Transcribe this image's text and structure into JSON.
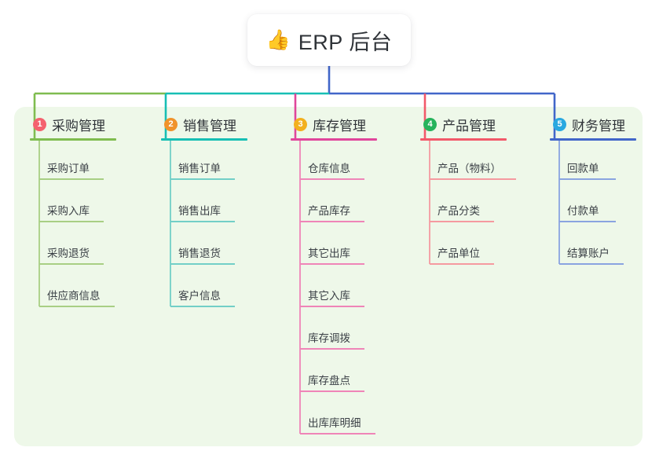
{
  "diagram": {
    "type": "mind-map",
    "root": {
      "icon": "thumbs-up-icon",
      "emoji": "👍",
      "title": "ERP 后台"
    },
    "panel_color": "#eef8e9",
    "branches": [
      {
        "index": "1",
        "label": "采购管理",
        "badge_color": "#f4616e",
        "line_color": "#7fbc4f",
        "leaf_color": "#a8cf84",
        "children": [
          {
            "label": "采购订单",
            "rule_width": 82
          },
          {
            "label": "采购入库",
            "rule_width": 82
          },
          {
            "label": "采购退货",
            "rule_width": 82
          },
          {
            "label": "供应商信息",
            "rule_width": 96
          }
        ]
      },
      {
        "index": "2",
        "label": "销售管理",
        "badge_color": "#f0932b",
        "line_color": "#17bfb4",
        "leaf_color": "#72cfc7",
        "children": [
          {
            "label": "销售订单",
            "rule_width": 82
          },
          {
            "label": "销售出库",
            "rule_width": 82
          },
          {
            "label": "销售退货",
            "rule_width": 82
          },
          {
            "label": "客户信息",
            "rule_width": 82
          }
        ]
      },
      {
        "index": "3",
        "label": "库存管理",
        "badge_color": "#f2b01e",
        "line_color": "#e0469b",
        "leaf_color": "#ef85b8",
        "children": [
          {
            "label": "仓库信息",
            "rule_width": 82
          },
          {
            "label": "产品库存",
            "rule_width": 82
          },
          {
            "label": "其它出库",
            "rule_width": 82
          },
          {
            "label": "其它入库",
            "rule_width": 82
          },
          {
            "label": "库存调拨",
            "rule_width": 82
          },
          {
            "label": "库存盘点",
            "rule_width": 82
          },
          {
            "label": "出库库明细",
            "rule_width": 96
          }
        ]
      },
      {
        "index": "4",
        "label": "产品管理",
        "badge_color": "#26b35c",
        "line_color": "#f2596a",
        "leaf_color": "#f59aa0",
        "children": [
          {
            "label": "产品（物料）",
            "rule_width": 110
          },
          {
            "label": "产品分类",
            "rule_width": 82
          },
          {
            "label": "产品单位",
            "rule_width": 82
          }
        ]
      },
      {
        "index": "5",
        "label": "财务管理",
        "badge_color": "#29a8e0",
        "line_color": "#4166c9",
        "leaf_color": "#8aa4e0",
        "children": [
          {
            "label": "回款单",
            "rule_width": 72
          },
          {
            "label": "付款单",
            "rule_width": 72
          },
          {
            "label": "结算账户",
            "rule_width": 82
          }
        ]
      }
    ]
  }
}
